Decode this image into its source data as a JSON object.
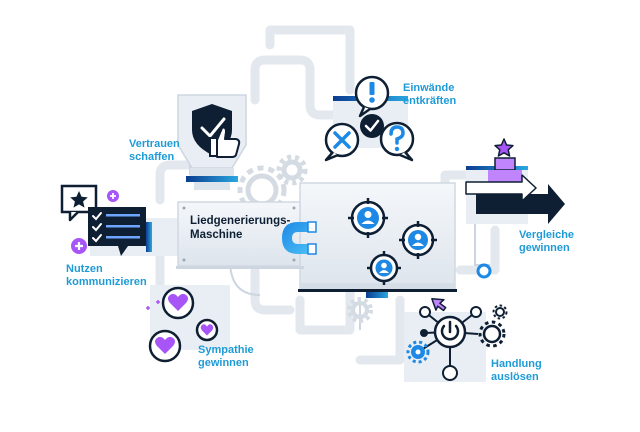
{
  "machine": {
    "line1": "Liedgenerierungs-",
    "line2": "Maschine"
  },
  "labels": {
    "trust": {
      "line1": "Vertrauen",
      "line2": "schaffen"
    },
    "objections": {
      "line1": "Einwände",
      "line2": "entkräften"
    },
    "benefits": {
      "line1": "Nutzen",
      "line2": "kommunizieren"
    },
    "compare": {
      "line1": "Vergleiche",
      "line2": "gewinnen"
    },
    "sympathy": {
      "line1": "Sympathie",
      "line2": "gewinnen"
    },
    "action": {
      "line1": "Handlung",
      "line2": "auslösen"
    }
  },
  "colors": {
    "accent": "#1e9bd7",
    "dark": "#0e1f33",
    "purple": "#a855f7",
    "pipe": "#e6eaef",
    "panel": "#e9eef4"
  },
  "icons": [
    "shield-check-icon",
    "thumbs-up-icon",
    "exclamation-icon",
    "x-icon",
    "question-icon",
    "check-icon",
    "star-icon",
    "checklist-icon",
    "plus-icon",
    "heart-icon",
    "magnet-icon",
    "target-user-icon",
    "gear-icon",
    "arrow-icon",
    "cursor-icon",
    "power-icon"
  ]
}
